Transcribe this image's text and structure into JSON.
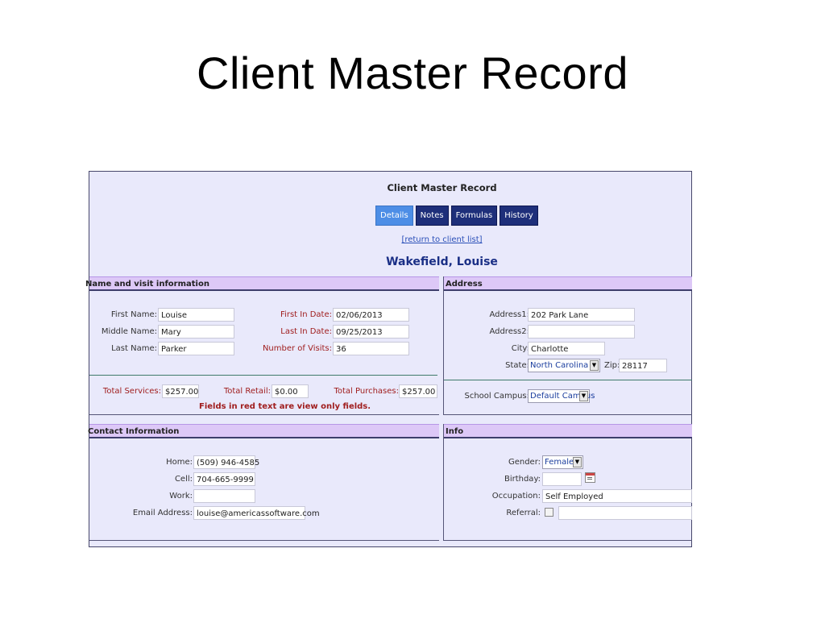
{
  "slide": {
    "title": "Client Master Record"
  },
  "app": {
    "header_title": "Client Master Record",
    "tabs": [
      {
        "label": "Details",
        "active": true
      },
      {
        "label": "Notes",
        "active": false
      },
      {
        "label": "Formulas",
        "active": false
      },
      {
        "label": "History",
        "active": false
      }
    ],
    "return_link": "[return to client list]",
    "client_name": "Wakefield, Louise"
  },
  "name_visit": {
    "header": "Name and visit information",
    "first_name_label": "First Name:",
    "first_name": "Louise",
    "middle_name_label": "Middle Name:",
    "middle_name": "Mary",
    "last_name_label": "Last Name:",
    "last_name": "Parker",
    "first_in_label": "First In Date:",
    "first_in": "02/06/2013",
    "last_in_label": "Last In Date:",
    "last_in": "09/25/2013",
    "visits_label": "Number of Visits:",
    "visits": "36",
    "total_services_label": "Total Services:",
    "total_services": "$257.00",
    "total_retail_label": "Total Retail:",
    "total_retail": "$0.00",
    "total_purchases_label": "Total Purchases:",
    "total_purchases": "$257.00",
    "note": "Fields in red text are view only fields."
  },
  "address": {
    "header": "Address",
    "address1_label": "Address1:",
    "address1": "202 Park Lane",
    "address2_label": "Address2:",
    "address2": "",
    "city_label": "City:",
    "city": "Charlotte",
    "state_label": "State:",
    "state": "North Carolina",
    "zip_label": "Zip:",
    "zip": "28117",
    "campus_label": "School Campus:",
    "campus": "Default Campus"
  },
  "contact": {
    "header": "Contact Information",
    "home_label": "Home:",
    "home": "(509) 946-4585",
    "cell_label": "Cell:",
    "cell": "704-665-9999",
    "work_label": "Work:",
    "work": "",
    "email_label": "Email Address:",
    "email": "louise@americassoftware.com"
  },
  "info": {
    "header": "Info",
    "gender_label": "Gender:",
    "gender": "Female",
    "birthday_label": "Birthday:",
    "birthday": "",
    "occupation_label": "Occupation:",
    "occupation": "Self Employed",
    "referral_label": "Referral:",
    "referral": ""
  },
  "colors": {
    "background": "#e9e9fb",
    "section_header": "#ddc8f7",
    "tab": "#1e2f7a",
    "tab_active": "#4d8ee6",
    "client_name": "#1a2f86",
    "view_only_text": "#a01e1e"
  },
  "icons": [
    "dropdown-arrow-icon",
    "calendar-icon",
    "checkbox"
  ]
}
